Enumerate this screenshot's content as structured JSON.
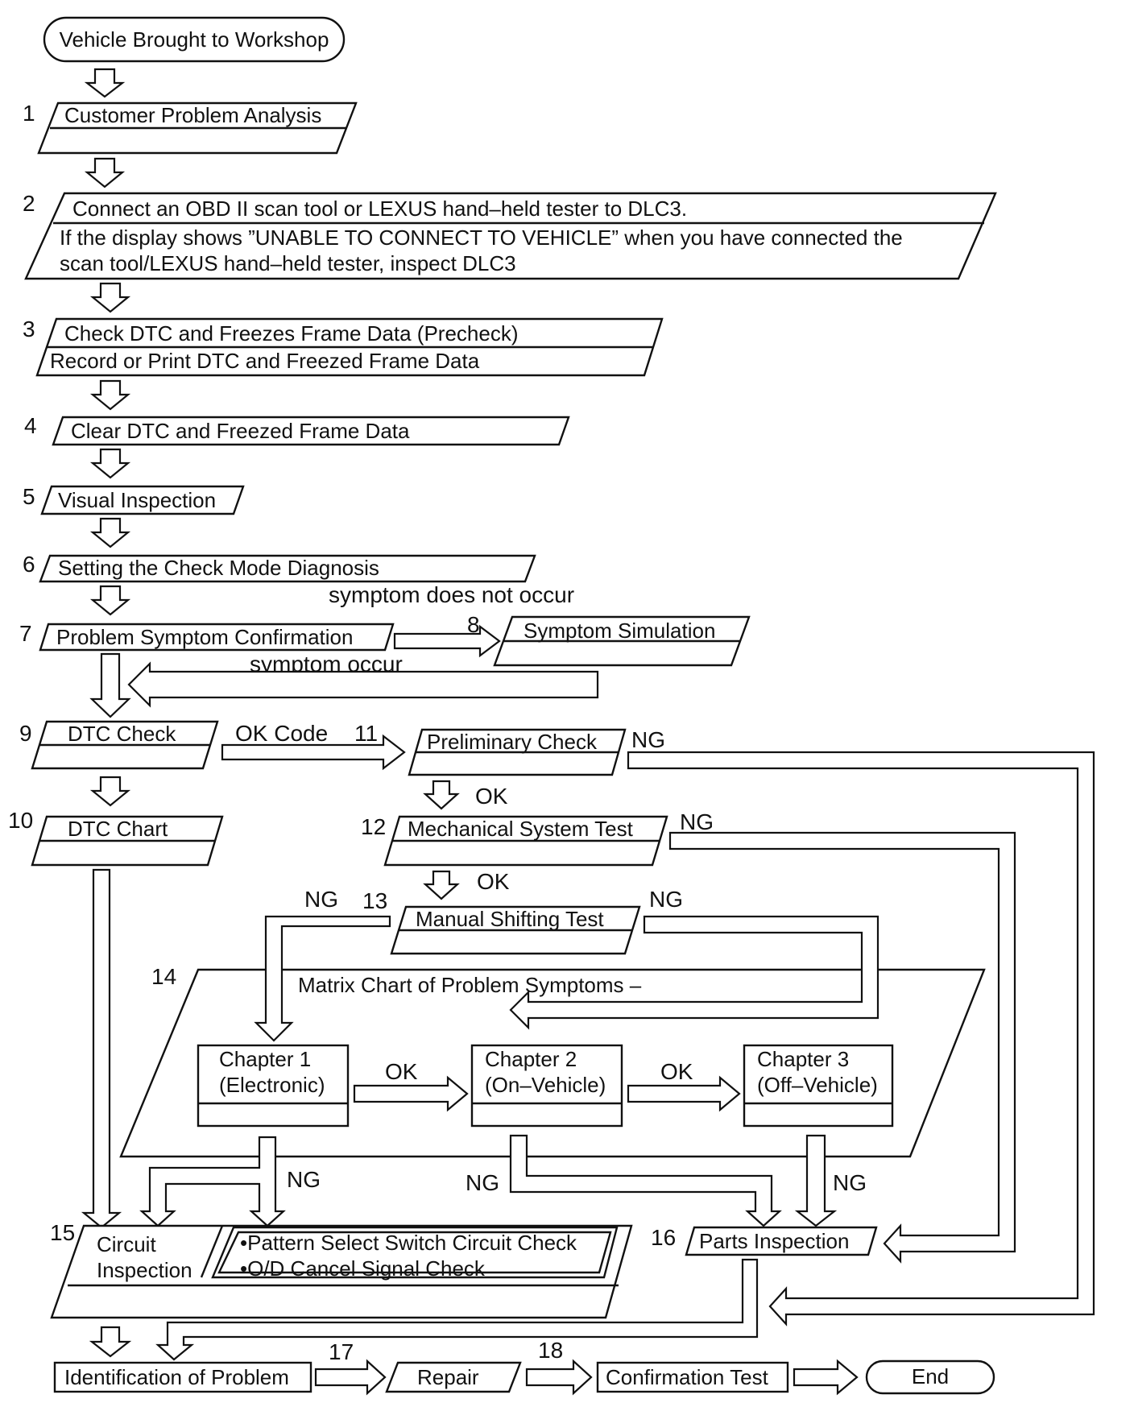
{
  "start": "Vehicle Brought to Workshop",
  "steps": {
    "s1": {
      "num": "1",
      "text": "Customer Problem Analysis"
    },
    "s2": {
      "num": "2",
      "line1": "Connect an OBD II scan tool or LEXUS hand–held tester to DLC3.",
      "line2": "If the display shows ”UNABLE TO CONNECT TO VEHICLE” when you have connected the",
      "line3": "scan tool/LEXUS hand–held tester, inspect DLC3"
    },
    "s3": {
      "num": "3",
      "line1": "Check DTC and Freezes Frame Data (Precheck)",
      "line2": "Record or Print DTC and  Freezed Frame Data"
    },
    "s4": {
      "num": "4",
      "text": "Clear DTC and Freezed Frame Data"
    },
    "s5": {
      "num": "5",
      "text": "Visual Inspection"
    },
    "s6": {
      "num": "6",
      "text": "Setting the Check Mode Diagnosis"
    },
    "s7": {
      "num": "7",
      "text": "Problem Symptom Confirmation"
    },
    "s8": {
      "num": "8",
      "text": "Symptom Simulation"
    },
    "s9": {
      "num": "9",
      "text": "DTC Check"
    },
    "s10": {
      "num": "10",
      "text": "DTC Chart"
    },
    "s11": {
      "num": "11",
      "text": "Preliminary Check"
    },
    "s12": {
      "num": "12",
      "text": "Mechanical System Test"
    },
    "s13": {
      "num": "13",
      "text": "Manual Shifting Test"
    },
    "s14": {
      "num": "14",
      "text": "Matrix Chart of Problem Symptoms –"
    },
    "s15": {
      "num": "15",
      "line1": "Circuit",
      "line2": "Inspection",
      "checks": [
        "•Pattern Select Switch Circuit Check",
        "•O/D Cancel Signal Check"
      ]
    },
    "s16": {
      "num": "16",
      "text": "Parts Inspection"
    },
    "s17": {
      "num": "17",
      "text": "Repair"
    },
    "s18": {
      "num": "18",
      "text": "Confirmation Test"
    }
  },
  "chapters": {
    "c1": {
      "line1": "Chapter 1",
      "line2": "(Electronic)"
    },
    "c2": {
      "line1": "Chapter 2",
      "line2": "(On–Vehicle)"
    },
    "c3": {
      "line1": "Chapter 3",
      "line2": "(Off–Vehicle)"
    }
  },
  "identification": "Identification of Problem",
  "end": "End",
  "labels": {
    "symptom_not_occur": "symptom does not occur",
    "symptom_occur": "symptom occur",
    "ok_code": "OK Code",
    "ok": "OK",
    "ng": "NG"
  }
}
